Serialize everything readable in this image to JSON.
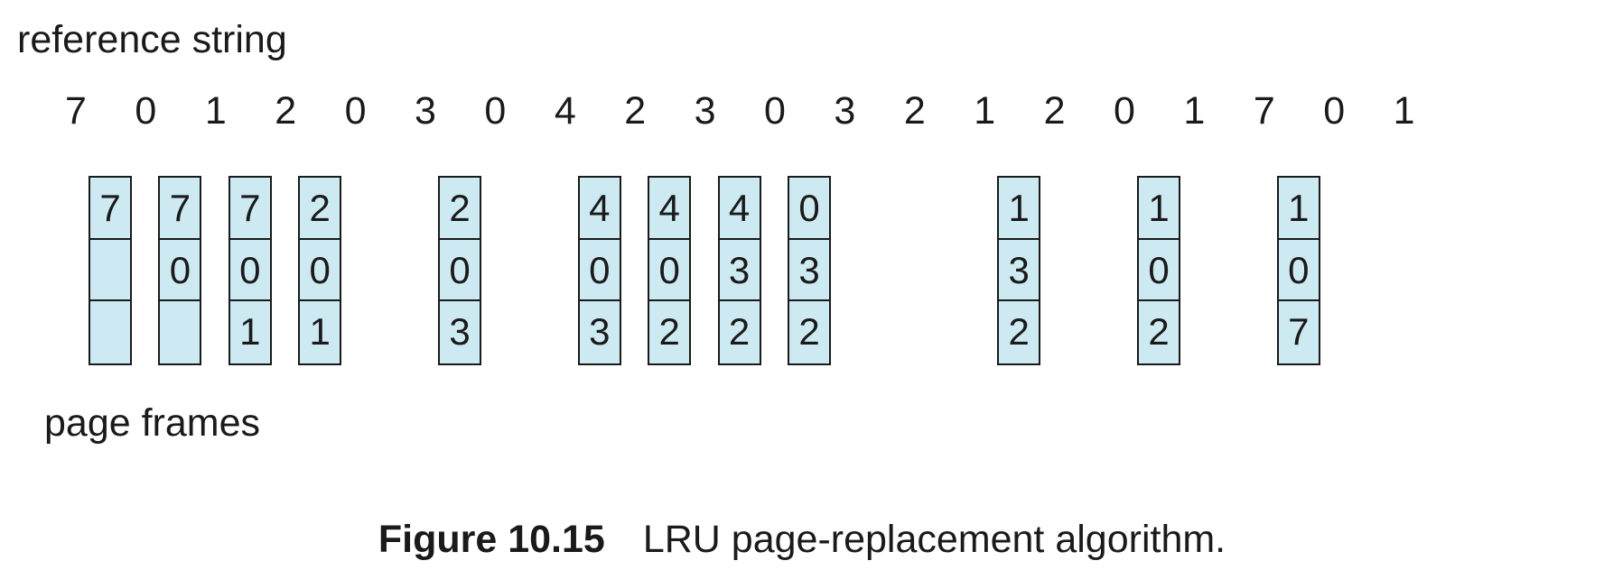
{
  "title_reference": "reference string",
  "title_frames": "page frames",
  "caption": {
    "figure_label": "Figure 10.15",
    "text": "LRU page-replacement algorithm."
  },
  "reference_string": [
    "7",
    "0",
    "1",
    "2",
    "0",
    "3",
    "0",
    "4",
    "2",
    "3",
    "0",
    "3",
    "2",
    "1",
    "2",
    "0",
    "1",
    "7",
    "0",
    "1"
  ],
  "frames": [
    {
      "ref_index": 0,
      "cells": [
        "7",
        "",
        ""
      ]
    },
    {
      "ref_index": 1,
      "cells": [
        "7",
        "0",
        ""
      ]
    },
    {
      "ref_index": 2,
      "cells": [
        "7",
        "0",
        "1"
      ]
    },
    {
      "ref_index": 3,
      "cells": [
        "2",
        "0",
        "1"
      ]
    },
    {
      "ref_index": 5,
      "cells": [
        "2",
        "0",
        "3"
      ]
    },
    {
      "ref_index": 7,
      "cells": [
        "4",
        "0",
        "3"
      ]
    },
    {
      "ref_index": 8,
      "cells": [
        "4",
        "0",
        "2"
      ]
    },
    {
      "ref_index": 9,
      "cells": [
        "4",
        "3",
        "2"
      ]
    },
    {
      "ref_index": 10,
      "cells": [
        "0",
        "3",
        "2"
      ]
    },
    {
      "ref_index": 13,
      "cells": [
        "1",
        "3",
        "2"
      ]
    },
    {
      "ref_index": 15,
      "cells": [
        "1",
        "0",
        "2"
      ]
    },
    {
      "ref_index": 17,
      "cells": [
        "1",
        "0",
        "7"
      ]
    }
  ],
  "colors": {
    "frame_fill": "#cde9f1",
    "stroke": "#1a1a1a"
  }
}
